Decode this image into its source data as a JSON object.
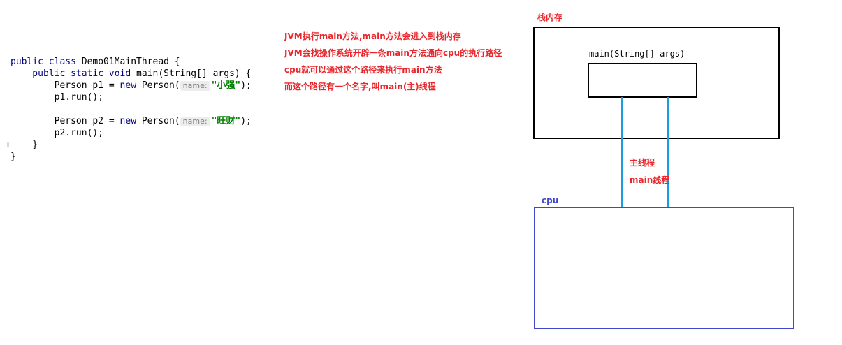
{
  "code": {
    "lines": [
      {
        "kw1": "public class ",
        "rest": "Demo01MainThread {"
      },
      {
        "kw1": "    public static void ",
        "rest": "main(String[] args) {"
      },
      {
        "pre": "        Person p1 = ",
        "kw": "new ",
        "mid": "Person(",
        "hint": "name:",
        "str": "\"小强\"",
        "post": ");"
      },
      {
        "text": "        p1.run();"
      },
      {
        "text": ""
      },
      {
        "pre": "        Person p2 = ",
        "kw": "new ",
        "mid": "Person(",
        "hint": "name:",
        "str": "\"旺财\"",
        "post": ");"
      },
      {
        "text": "        p2.run();"
      },
      {
        "text": "    }"
      },
      {
        "text": "}"
      }
    ]
  },
  "annotations": [
    "JVM执行main方法,main方法会进入到栈内存",
    "JVM会找操作系统开辟一条main方法通向cpu的执行路径",
    "cpu就可以通过这个路径来执行main方法",
    "而这个路径有一个名字,叫main(主)线程"
  ],
  "diagram": {
    "stack_label": "栈内存",
    "frame_label": "main(String[] args)",
    "thread_label_1": "主线程",
    "thread_label_2": "main线程",
    "cpu_label": "cpu"
  },
  "colors": {
    "annotation": "#e8262b",
    "thread_line": "#1a9ee0",
    "cpu_border": "#3f48cc",
    "keyword": "#000080",
    "string": "#008000"
  }
}
